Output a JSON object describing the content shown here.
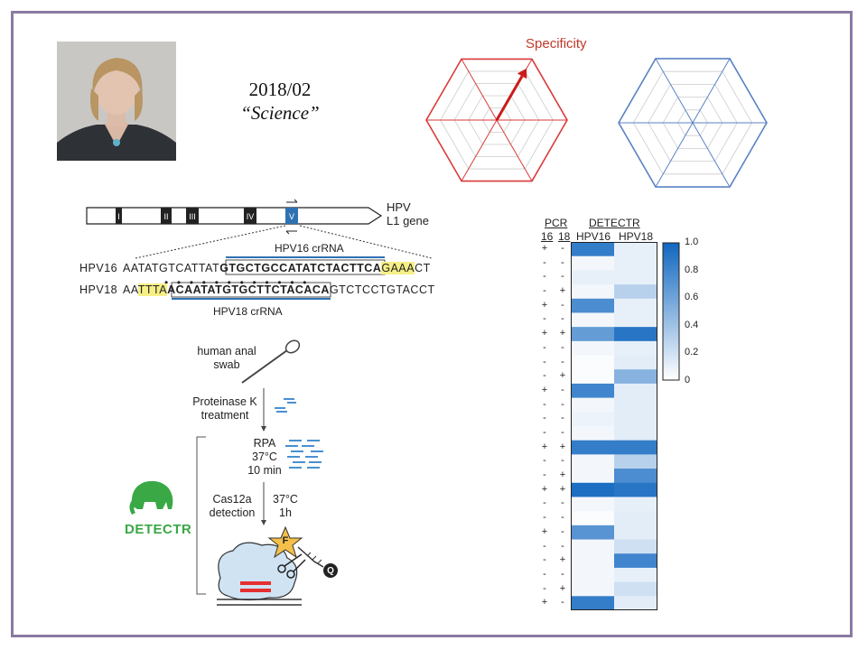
{
  "citation": {
    "date": "2018/02",
    "journal": "“Science”"
  },
  "radar": {
    "label": "Specificity",
    "colors": {
      "left": "#d93a3a",
      "right": "#5b82c4",
      "arrow": "#cc1a1a"
    }
  },
  "gene": {
    "label_line1": "HPV",
    "label_line2": "L1 gene",
    "segments": [
      "I",
      "II",
      "III",
      "IV",
      "V"
    ],
    "highlight_color": "#2f72b3"
  },
  "sequence": {
    "crrna16": "HPV16 crRNA",
    "crrna18": "HPV18 crRNA",
    "hpv16": {
      "name": "HPV16",
      "pre": "AATATGTCATTAT",
      "target": "GTGCTGCCATATCTACTTCA",
      "pam": "GAAA",
      "post": "CT"
    },
    "hpv18": {
      "name": "HPV18",
      "pre": "AA",
      "pam": "TTTA",
      "target": "ACAATATGTGCTTCTACACA",
      "post": "GTCTCCTGTACCT"
    },
    "dots": "• • • • • • • • • • • •"
  },
  "workflow": {
    "swab": "human anal\nswab",
    "proteinase": "Proteinase K\ntreatment",
    "rpa": "RPA\n37°C\n10 min",
    "cas": "Cas12a\ndetection",
    "cas_cond": "37°C\n1h",
    "fluor": "F",
    "quencher": "Q",
    "brand": "DETECTR",
    "brand_color": "#39a845"
  },
  "heatmap": {
    "pcr_header": "PCR",
    "detectr_header": "DETECTR",
    "col16": "16",
    "col18": "18",
    "hpv16": "HPV16",
    "hpv18": "HPV18",
    "colorbar_ticks": [
      "1.0",
      "0.8",
      "0.6",
      "0.4",
      "0.2",
      "0"
    ],
    "pcr16": [
      "+",
      "-",
      "-",
      "-",
      "+",
      "-",
      "+",
      "-",
      "-",
      "-",
      "+",
      "-",
      "-",
      "-",
      "+",
      "-",
      "-",
      "+",
      "-",
      "-",
      "+",
      "-",
      "-",
      "-",
      "-",
      "+"
    ],
    "pcr18": [
      "-",
      "-",
      "-",
      "+",
      "-",
      "-",
      "+",
      "-",
      "-",
      "+",
      "-",
      "-",
      "-",
      "-",
      "+",
      "-",
      "+",
      "+",
      "-",
      "-",
      "-",
      "-",
      "+",
      "-",
      "+",
      "-"
    ],
    "hpv16_values": [
      0.85,
      0.05,
      0.1,
      0.05,
      0.75,
      0.05,
      0.65,
      0.05,
      0.02,
      0.02,
      0.8,
      0.05,
      0.08,
      0.05,
      0.85,
      0.05,
      0.05,
      0.95,
      0.05,
      0.02,
      0.7,
      0.05,
      0.05,
      0.05,
      0.05,
      0.85
    ],
    "hpv18_values": [
      0.1,
      0.1,
      0.1,
      0.3,
      0.1,
      0.1,
      0.9,
      0.1,
      0.12,
      0.5,
      0.12,
      0.12,
      0.12,
      0.12,
      0.85,
      0.3,
      0.75,
      0.9,
      0.1,
      0.12,
      0.12,
      0.2,
      0.8,
      0.1,
      0.2,
      0.12
    ]
  }
}
